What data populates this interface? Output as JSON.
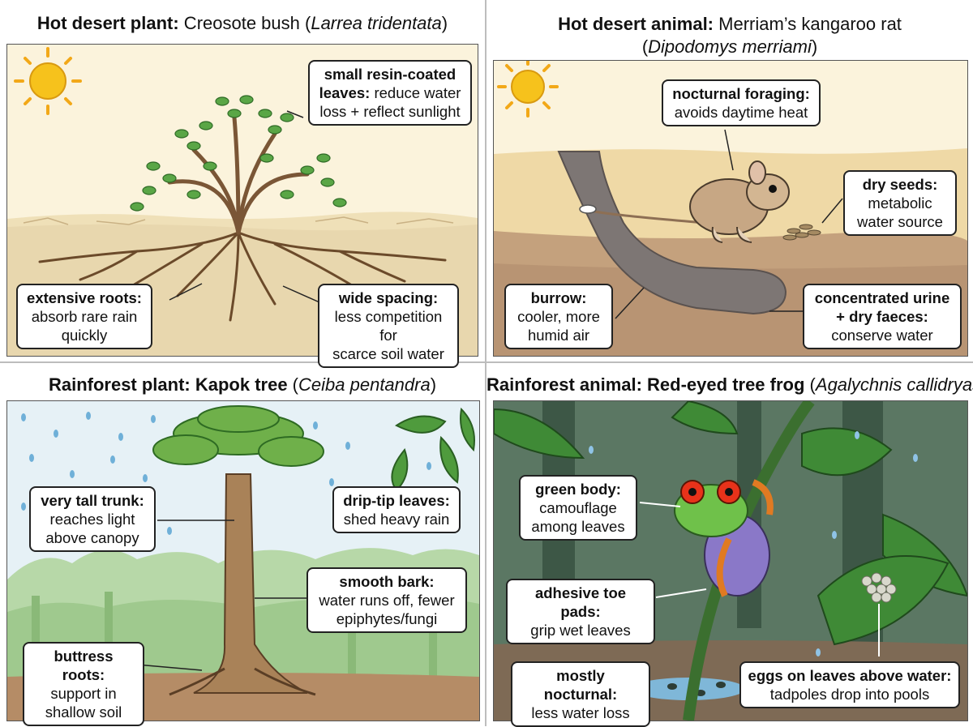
{
  "panels": {
    "desert_plant": {
      "title_bold": "Hot desert plant:",
      "title_rest": " Creosote bush (",
      "title_italic": "Larrea tridentata",
      "title_close": ")",
      "callouts": {
        "leaves": {
          "head": "small resin-coated",
          "line2_bold": "leaves:",
          "line2_rest": " reduce water",
          "line3": "loss + reflect sunlight"
        },
        "roots": {
          "head": "extensive roots:",
          "line2": "absorb rare rain",
          "line3": "quickly"
        },
        "spacing": {
          "head": "wide spacing:",
          "line2": "less competition for",
          "line3": "scarce soil water"
        }
      }
    },
    "desert_animal": {
      "title_bold": "Hot desert animal:",
      "title_rest": " Merriam’s kangaroo rat",
      "title_open": "(",
      "title_italic": "Dipodomys merriami",
      "title_close": ")",
      "callouts": {
        "foraging": {
          "head": "nocturnal foraging:",
          "line2": "avoids daytime heat"
        },
        "seeds": {
          "head": "dry seeds:",
          "line2": "metabolic",
          "line3": "water source"
        },
        "burrow": {
          "head": "burrow:",
          "line2": "cooler, more",
          "line3": "humid air"
        },
        "urine": {
          "head": "concentrated urine",
          "head2": "+ dry faeces:",
          "line2": "conserve water"
        }
      }
    },
    "rain_plant": {
      "title_bold": "Rainforest plant: Kapok tree",
      "title_rest": " (",
      "title_italic": "Ceiba pentandra",
      "title_close": ")",
      "callouts": {
        "trunk": {
          "head": "very tall trunk:",
          "line2": "reaches light",
          "line3": "above canopy"
        },
        "drip": {
          "head": "drip-tip leaves:",
          "line2": "shed heavy rain"
        },
        "bark": {
          "head": "smooth bark:",
          "line2": "water runs off, fewer",
          "line3": "epiphytes/fungi"
        },
        "buttress": {
          "head": "buttress roots:",
          "line2": "support in",
          "line3": "shallow soil"
        }
      }
    },
    "rain_animal": {
      "title_bold": "Rainforest animal: Red-eyed tree frog",
      "title_rest": " (",
      "title_italic": "Agalychnis callidryas",
      "title_close": ")",
      "callouts": {
        "green": {
          "head": "green body:",
          "line2": "camouflage",
          "line3": "among leaves"
        },
        "toe": {
          "head": "adhesive toe pads:",
          "line2": "grip wet leaves"
        },
        "nocturnal": {
          "head": "mostly nocturnal:",
          "line2": "less water loss"
        },
        "eggs": {
          "head": "eggs on leaves above water:",
          "line2": "tadpoles drop into pools"
        }
      }
    }
  },
  "colors": {
    "sky_desert": "#fbf3dc",
    "sand": "#efd9a6",
    "soil": "#b89473",
    "sun": "#f6c21c",
    "leaf_green": "#5aa646",
    "rain_sky": "#e6f1f6",
    "rain_soil": "#a9825d",
    "frog_green": "#6fc14a",
    "frog_eye": "#e8321a",
    "rain_dark": "#354a3b"
  }
}
